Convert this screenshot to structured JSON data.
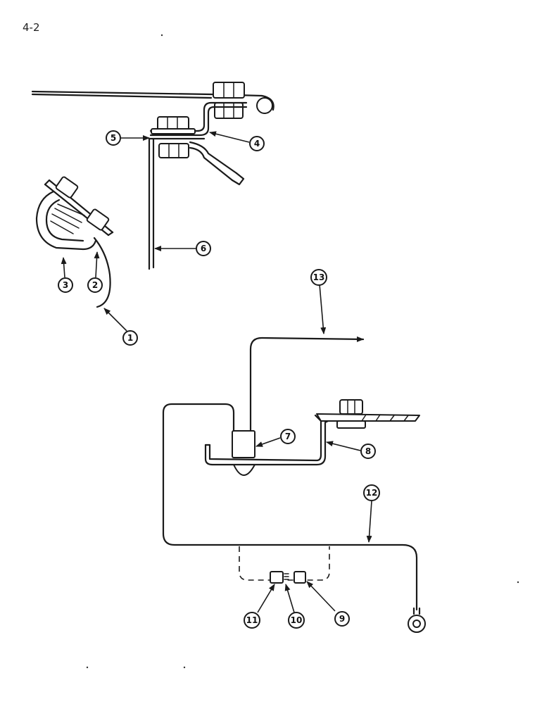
{
  "page_number": "4-2",
  "callouts": {
    "c1": "1",
    "c2": "2",
    "c3": "3",
    "c4": "4",
    "c5": "5",
    "c6": "6",
    "c7": "7",
    "c8": "8",
    "c9": "9",
    "c10": "10",
    "c11": "11",
    "c12": "12",
    "c13": "13"
  },
  "colors": {
    "ink": "#1a1a1a",
    "paper": "#ffffff"
  }
}
